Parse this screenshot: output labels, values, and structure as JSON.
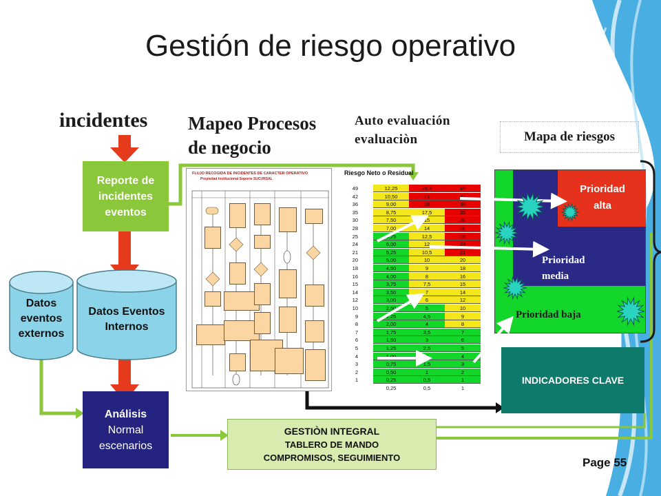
{
  "title": "Gestión de riesgo operativo",
  "labels": {
    "incidentes": "incidentes",
    "mapeo_line1": "Mapeo Procesos",
    "mapeo_line2": "de negocio",
    "auto_line1": "Auto evaluación",
    "auto_line2": "evaluaciòn",
    "mapa": "Mapa de riesgos"
  },
  "reporte": {
    "line1": "Reporte de",
    "line2": "incidentes",
    "line3": "eventos"
  },
  "datos_externos": {
    "line1": "Datos",
    "line2": "eventos",
    "line3": "externos"
  },
  "datos_internos": {
    "line1": "Datos Eventos",
    "line2": "Internos"
  },
  "analisis": {
    "line1": "Análisis",
    "line2": "Normal",
    "line3": "escenarios"
  },
  "gestion": {
    "line1": "GESTIÒN INTEGRAL",
    "line2": "TABLERO DE MANDO",
    "line3": "COMPROMISOS, SEGUIMIENTO"
  },
  "indicadores": "INDICADORES CLAVE",
  "prioridades": {
    "alta_1": "Prioridad",
    "alta_2": "alta",
    "media_1": "Prioridad",
    "media_2": "media",
    "baja": "Prioridad baja"
  },
  "page": "Page 55",
  "process_doc": {
    "title": "FLUJO RECOGIDA DE INCIDENTES DE CARACTER OPERATIVO",
    "subtitle": "Propiedad Institucional Soporte SUCURSAL"
  },
  "risk_matrix": {
    "title": "Riesgo Neto o Residual",
    "row_labels": [
      "49",
      "42",
      "36",
      "35",
      "30",
      "28",
      "25",
      "24",
      "21",
      "20",
      "18",
      "16",
      "15",
      "14",
      "12",
      "10",
      "9",
      "8",
      "7",
      "6",
      "5",
      "4",
      "3",
      "2",
      "1"
    ],
    "columns": [
      [
        "12,25",
        "10,50",
        "9,00",
        "8,75",
        "7,50",
        "7,00",
        "6,25",
        "6,00",
        "5,25",
        "5,00",
        "4,50",
        "4,00",
        "3,75",
        "3,50",
        "3,00",
        "2,50",
        "2,25",
        "2,00",
        "1,75",
        "1,50",
        "1,25",
        "1,00",
        "0,75",
        "0,50",
        "0,25"
      ],
      [
        "24,5",
        "21",
        "18",
        "17,5",
        "15",
        "14",
        "12,5",
        "12",
        "10,5",
        "10",
        "9",
        "8",
        "7,5",
        "7",
        "6",
        "5",
        "4,5",
        "4",
        "3,5",
        "3",
        "2,5",
        "2",
        "1,5",
        "1",
        "0,5"
      ],
      [
        "49",
        "42",
        "36",
        "35",
        "30",
        "28",
        "25",
        "24",
        "21",
        "20",
        "18",
        "16",
        "15",
        "14",
        "12",
        "10",
        "9",
        "8",
        "7",
        "6",
        "5",
        "4",
        "3",
        "2",
        "1"
      ]
    ],
    "footer": [
      "0,25",
      "0,5",
      "1"
    ]
  },
  "colors": {
    "green_box": "#8bc73a",
    "navy_box": "#24237f",
    "red_arrow": "#e63a1c",
    "risk_red": "#e60000",
    "risk_yellow": "#f3e61a",
    "risk_green": "#12d62a",
    "indicadores": "#0d7a6b"
  }
}
